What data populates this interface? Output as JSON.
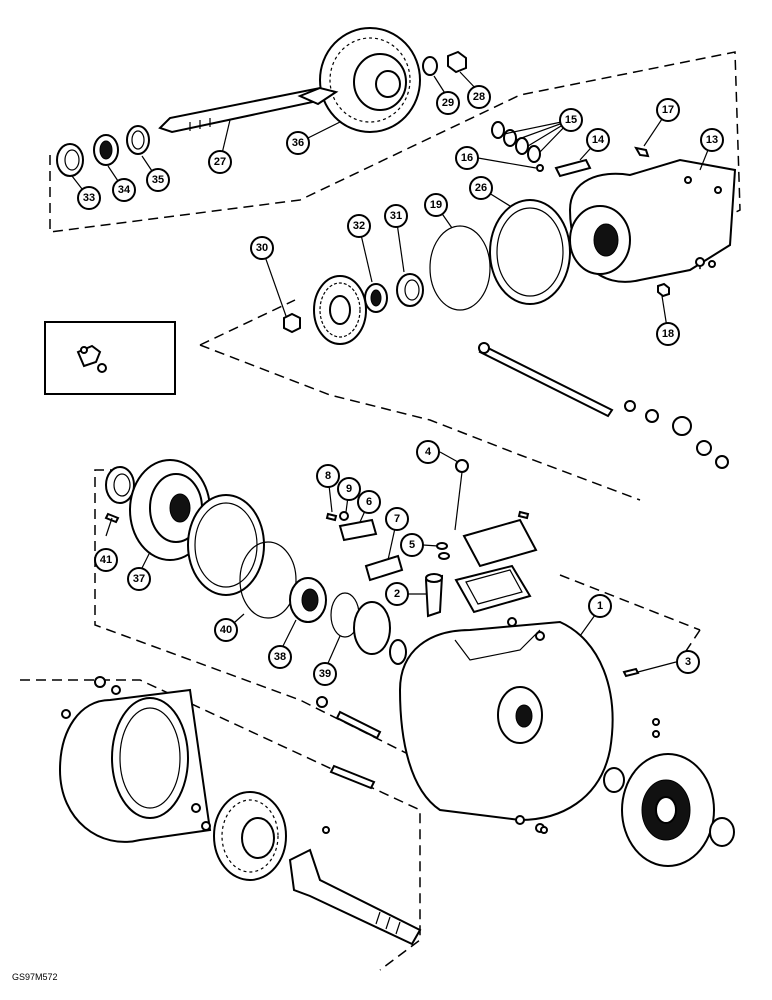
{
  "figure_code": "GS97M572",
  "callouts": [
    {
      "label": "1"
    },
    {
      "label": "2"
    },
    {
      "label": "3"
    },
    {
      "label": "4"
    },
    {
      "label": "5"
    },
    {
      "label": "6"
    },
    {
      "label": "7"
    },
    {
      "label": "8"
    },
    {
      "label": "9"
    },
    {
      "label": "13"
    },
    {
      "label": "14"
    },
    {
      "label": "15"
    },
    {
      "label": "16"
    },
    {
      "label": "17"
    },
    {
      "label": "18"
    },
    {
      "label": "19"
    },
    {
      "label": "26"
    },
    {
      "label": "27"
    },
    {
      "label": "28"
    },
    {
      "label": "29"
    },
    {
      "label": "30"
    },
    {
      "label": "31"
    },
    {
      "label": "32"
    },
    {
      "label": "33"
    },
    {
      "label": "34"
    },
    {
      "label": "35"
    },
    {
      "label": "36"
    },
    {
      "label": "37"
    },
    {
      "label": "38"
    },
    {
      "label": "39"
    },
    {
      "label": "40"
    },
    {
      "label": "41"
    }
  ]
}
